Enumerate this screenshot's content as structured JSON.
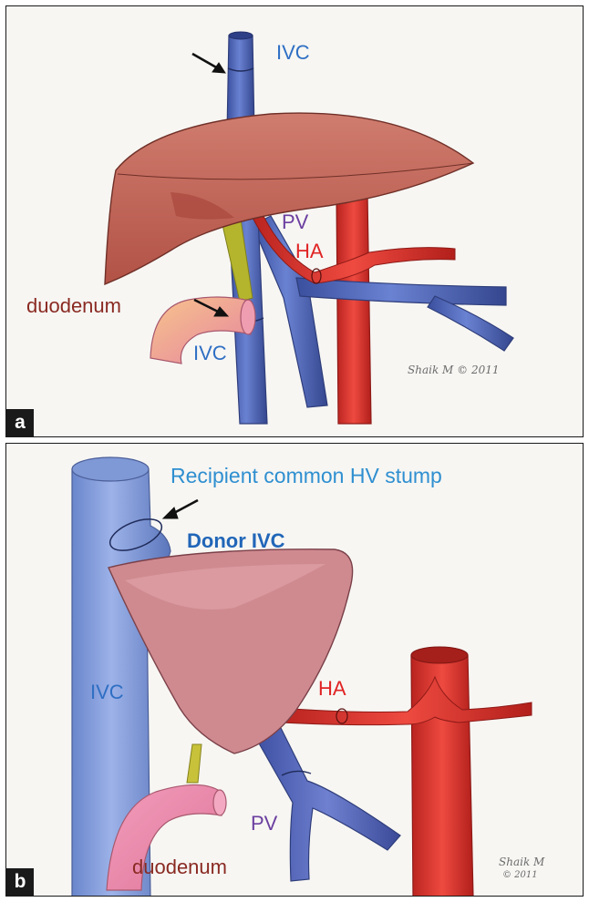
{
  "colors": {
    "vein": "#4a63b8",
    "artery": "#d63a34",
    "liver": "#c76a5e",
    "duodenum": "#e98aa4",
    "bile_duct": "#b8b830",
    "label_blue": "#2f6fc4",
    "label_purple": "#6b3fa0",
    "label_red": "#e02424",
    "label_brown": "#8a2a22"
  },
  "panel_a": {
    "tag": "a",
    "labels": {
      "ivc_top": "IVC",
      "pv": "PV",
      "ha": "HA",
      "duodenum": "duodenum",
      "ivc_bottom": "IVC"
    },
    "signature": "Shaik M © 2011"
  },
  "panel_b": {
    "tag": "b",
    "labels": {
      "stump": "Recipient common HV stump",
      "donor_ivc": "Donor IVC",
      "ivc": "IVC",
      "ha": "HA",
      "pv": "PV",
      "duodenum": "duodenum"
    },
    "signature_line1": "Shaik M",
    "signature_line2": "© 2011"
  }
}
